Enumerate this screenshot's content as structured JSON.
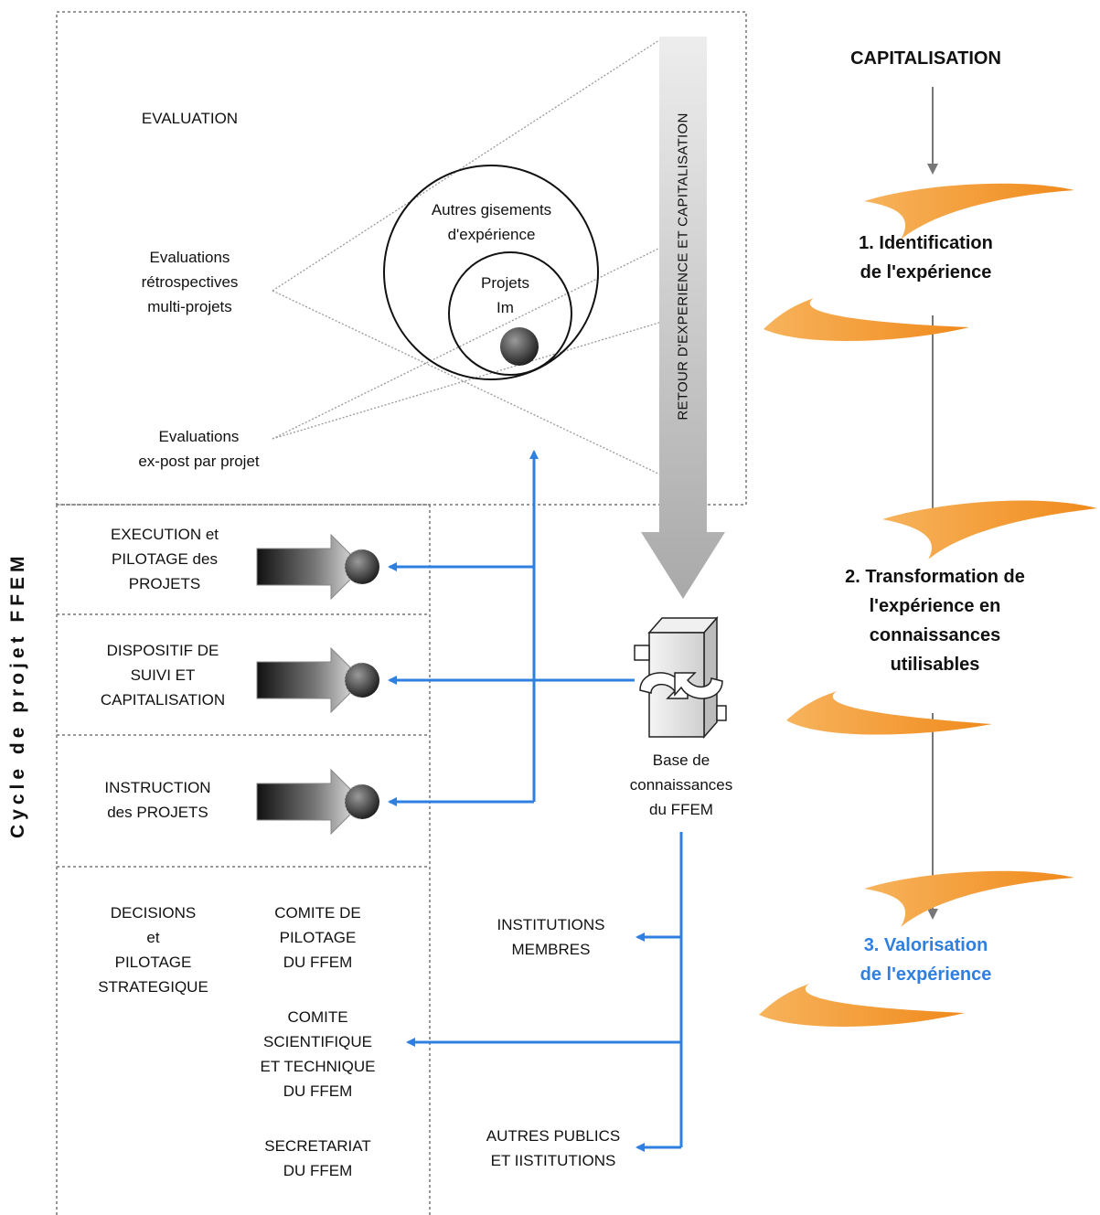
{
  "cycle_title": "Cycle de projet FFEM",
  "evaluation": {
    "title": "EVALUATION",
    "retrospective": "Evaluations\nrétrospectives\nmulti-projets",
    "expost": "Evaluations\nex-post par projet",
    "outer_circle": "Autres gisements\nd'expérience",
    "inner_circle": "Projets\nIm"
  },
  "retour_label": "RETOUR D'EXPERIENCE ET CAPITALISATION",
  "stages": {
    "execution": "EXECUTION et\nPILOTAGE des\nPROJETS",
    "dispositif": "DISPOSITIF DE\nSUIVI ET\nCAPITALISATION",
    "instruction": "INSTRUCTION\ndes PROJETS"
  },
  "decisions": {
    "title": "DECISIONS\net\nPILOTAGE\nSTRATEGIQUE",
    "comite_pilotage": "COMITE DE\nPILOTAGE\nDU FFEM",
    "comite_scientifique": "COMITE\nSCIENTIFIQUE\nET TECHNIQUE\nDU FFEM",
    "secretariat": "SECRETARIAT\nDU FFEM"
  },
  "knowledge_base": "Base de\nconnaissances\ndu FFEM",
  "outputs": {
    "institutions": "INSTITUTIONS\nMEMBRES",
    "autres": "AUTRES PUBLICS\nET IISTITUTIONS"
  },
  "capitalisation": {
    "title": "CAPITALISATION",
    "steps": [
      {
        "label": "1. Identification\nde l'expérience",
        "color": "#111111"
      },
      {
        "label": "2. Transformation de\nl'expérience en\nconnaissances\nutilisables",
        "color": "#111111"
      },
      {
        "label": "3. Valorisation\nde l'expérience",
        "color": "#2f7fe0"
      }
    ]
  },
  "colors": {
    "accent_blue": "#2f7fe0",
    "swoosh": "#f49a2c",
    "dotted": "#777777"
  }
}
